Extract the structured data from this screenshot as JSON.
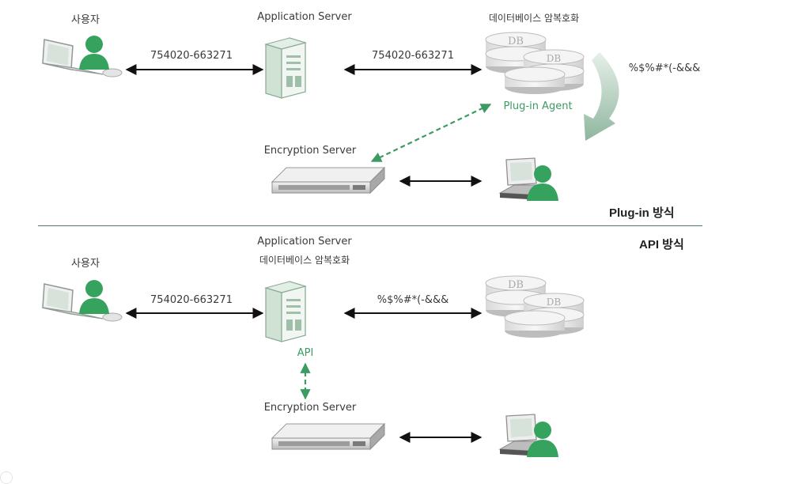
{
  "top": {
    "user_label": "사용자",
    "app_server_label": "Application Server",
    "db_label": "데이터베이스 암복호화",
    "left_value": "754020-663271",
    "right_value": "754020-663271",
    "agent_label": "Plug-in Agent",
    "encrypted_value": "%$%#*(-&&&",
    "enc_server_label": "Encryption Server",
    "method_title": "Plug-in 방식"
  },
  "bottom": {
    "method_title": "API 방식",
    "app_server_label": "Application Server",
    "app_server_sublabel": "데이터베이스 암복호화",
    "user_label": "사용자",
    "left_value": "754020-663271",
    "right_value": "%$%#*(-&&&",
    "api_label": "API",
    "enc_server_label": "Encryption Server"
  },
  "icons": {
    "db_text": "DB"
  },
  "colors": {
    "green": "#3c9a63",
    "divider": "#4f7f6a",
    "arrow": "#111111"
  }
}
